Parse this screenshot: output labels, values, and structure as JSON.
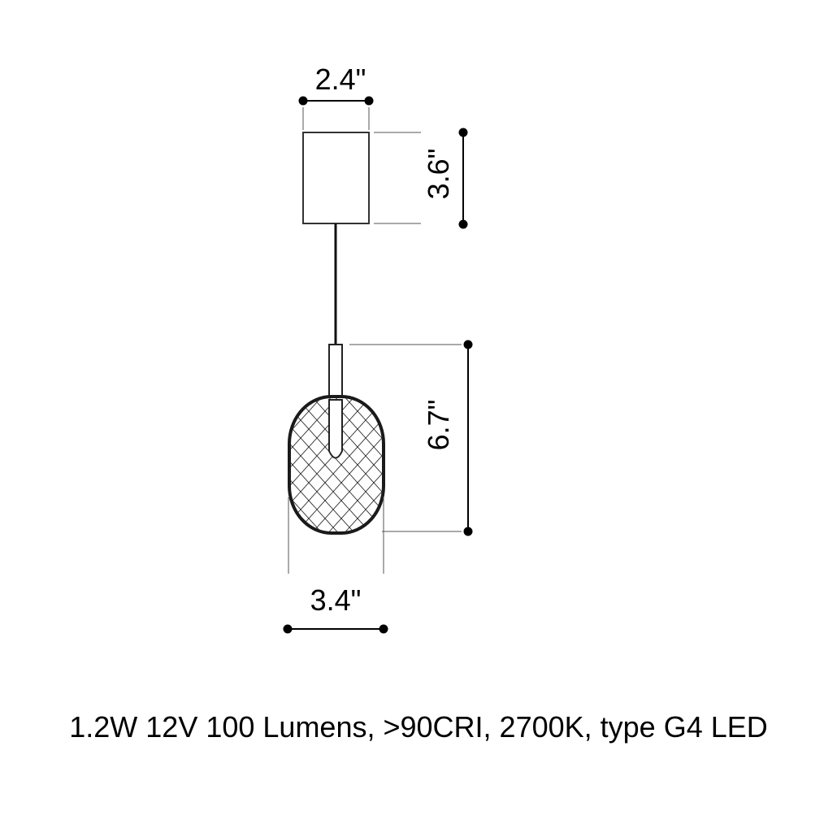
{
  "dimensions": {
    "canopy_width": "2.4\"",
    "canopy_height": "3.6\"",
    "shade_height": "6.7\"",
    "shade_width": "3.4\""
  },
  "spec_text": "1.2W 12V 100 Lumens, >90CRI, 2700K, type G4 LED",
  "colors": {
    "line": "#000000",
    "canopy_stroke": "#333333",
    "background": "#ffffff"
  }
}
